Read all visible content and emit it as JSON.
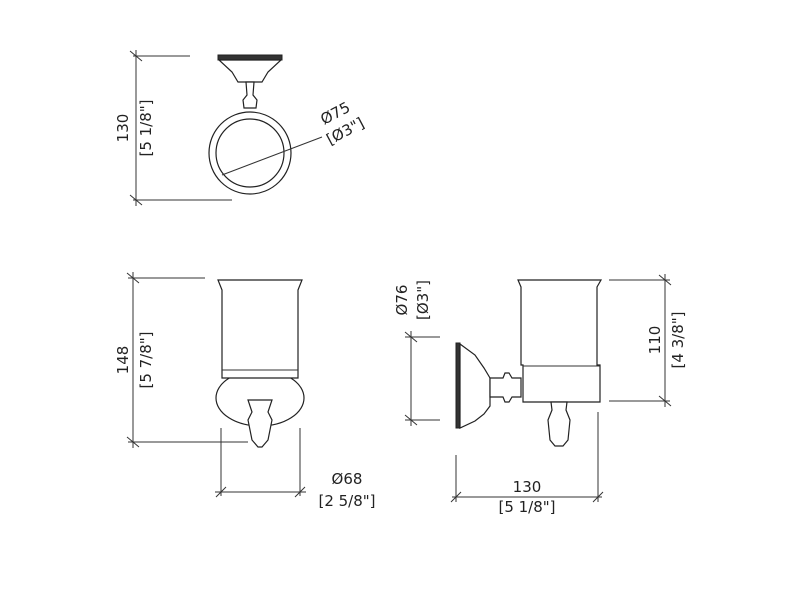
{
  "top_view": {
    "height_mm": "130",
    "height_in": "[5 1/8\"]",
    "ring_dia_mm": "Ø75",
    "ring_dia_in": "[Ø3\"]"
  },
  "front_view": {
    "height_mm": "148",
    "height_in": "[5 7/8\"]",
    "width_mm": "Ø68",
    "width_in": "[2 5/8\"]"
  },
  "side_view": {
    "plate_dia_mm": "Ø76",
    "plate_dia_in": "[Ø3\"]",
    "cup_height_mm": "110",
    "cup_height_in": "[4 3/8\"]",
    "depth_mm": "130",
    "depth_in": "[5 1/8\"]"
  }
}
